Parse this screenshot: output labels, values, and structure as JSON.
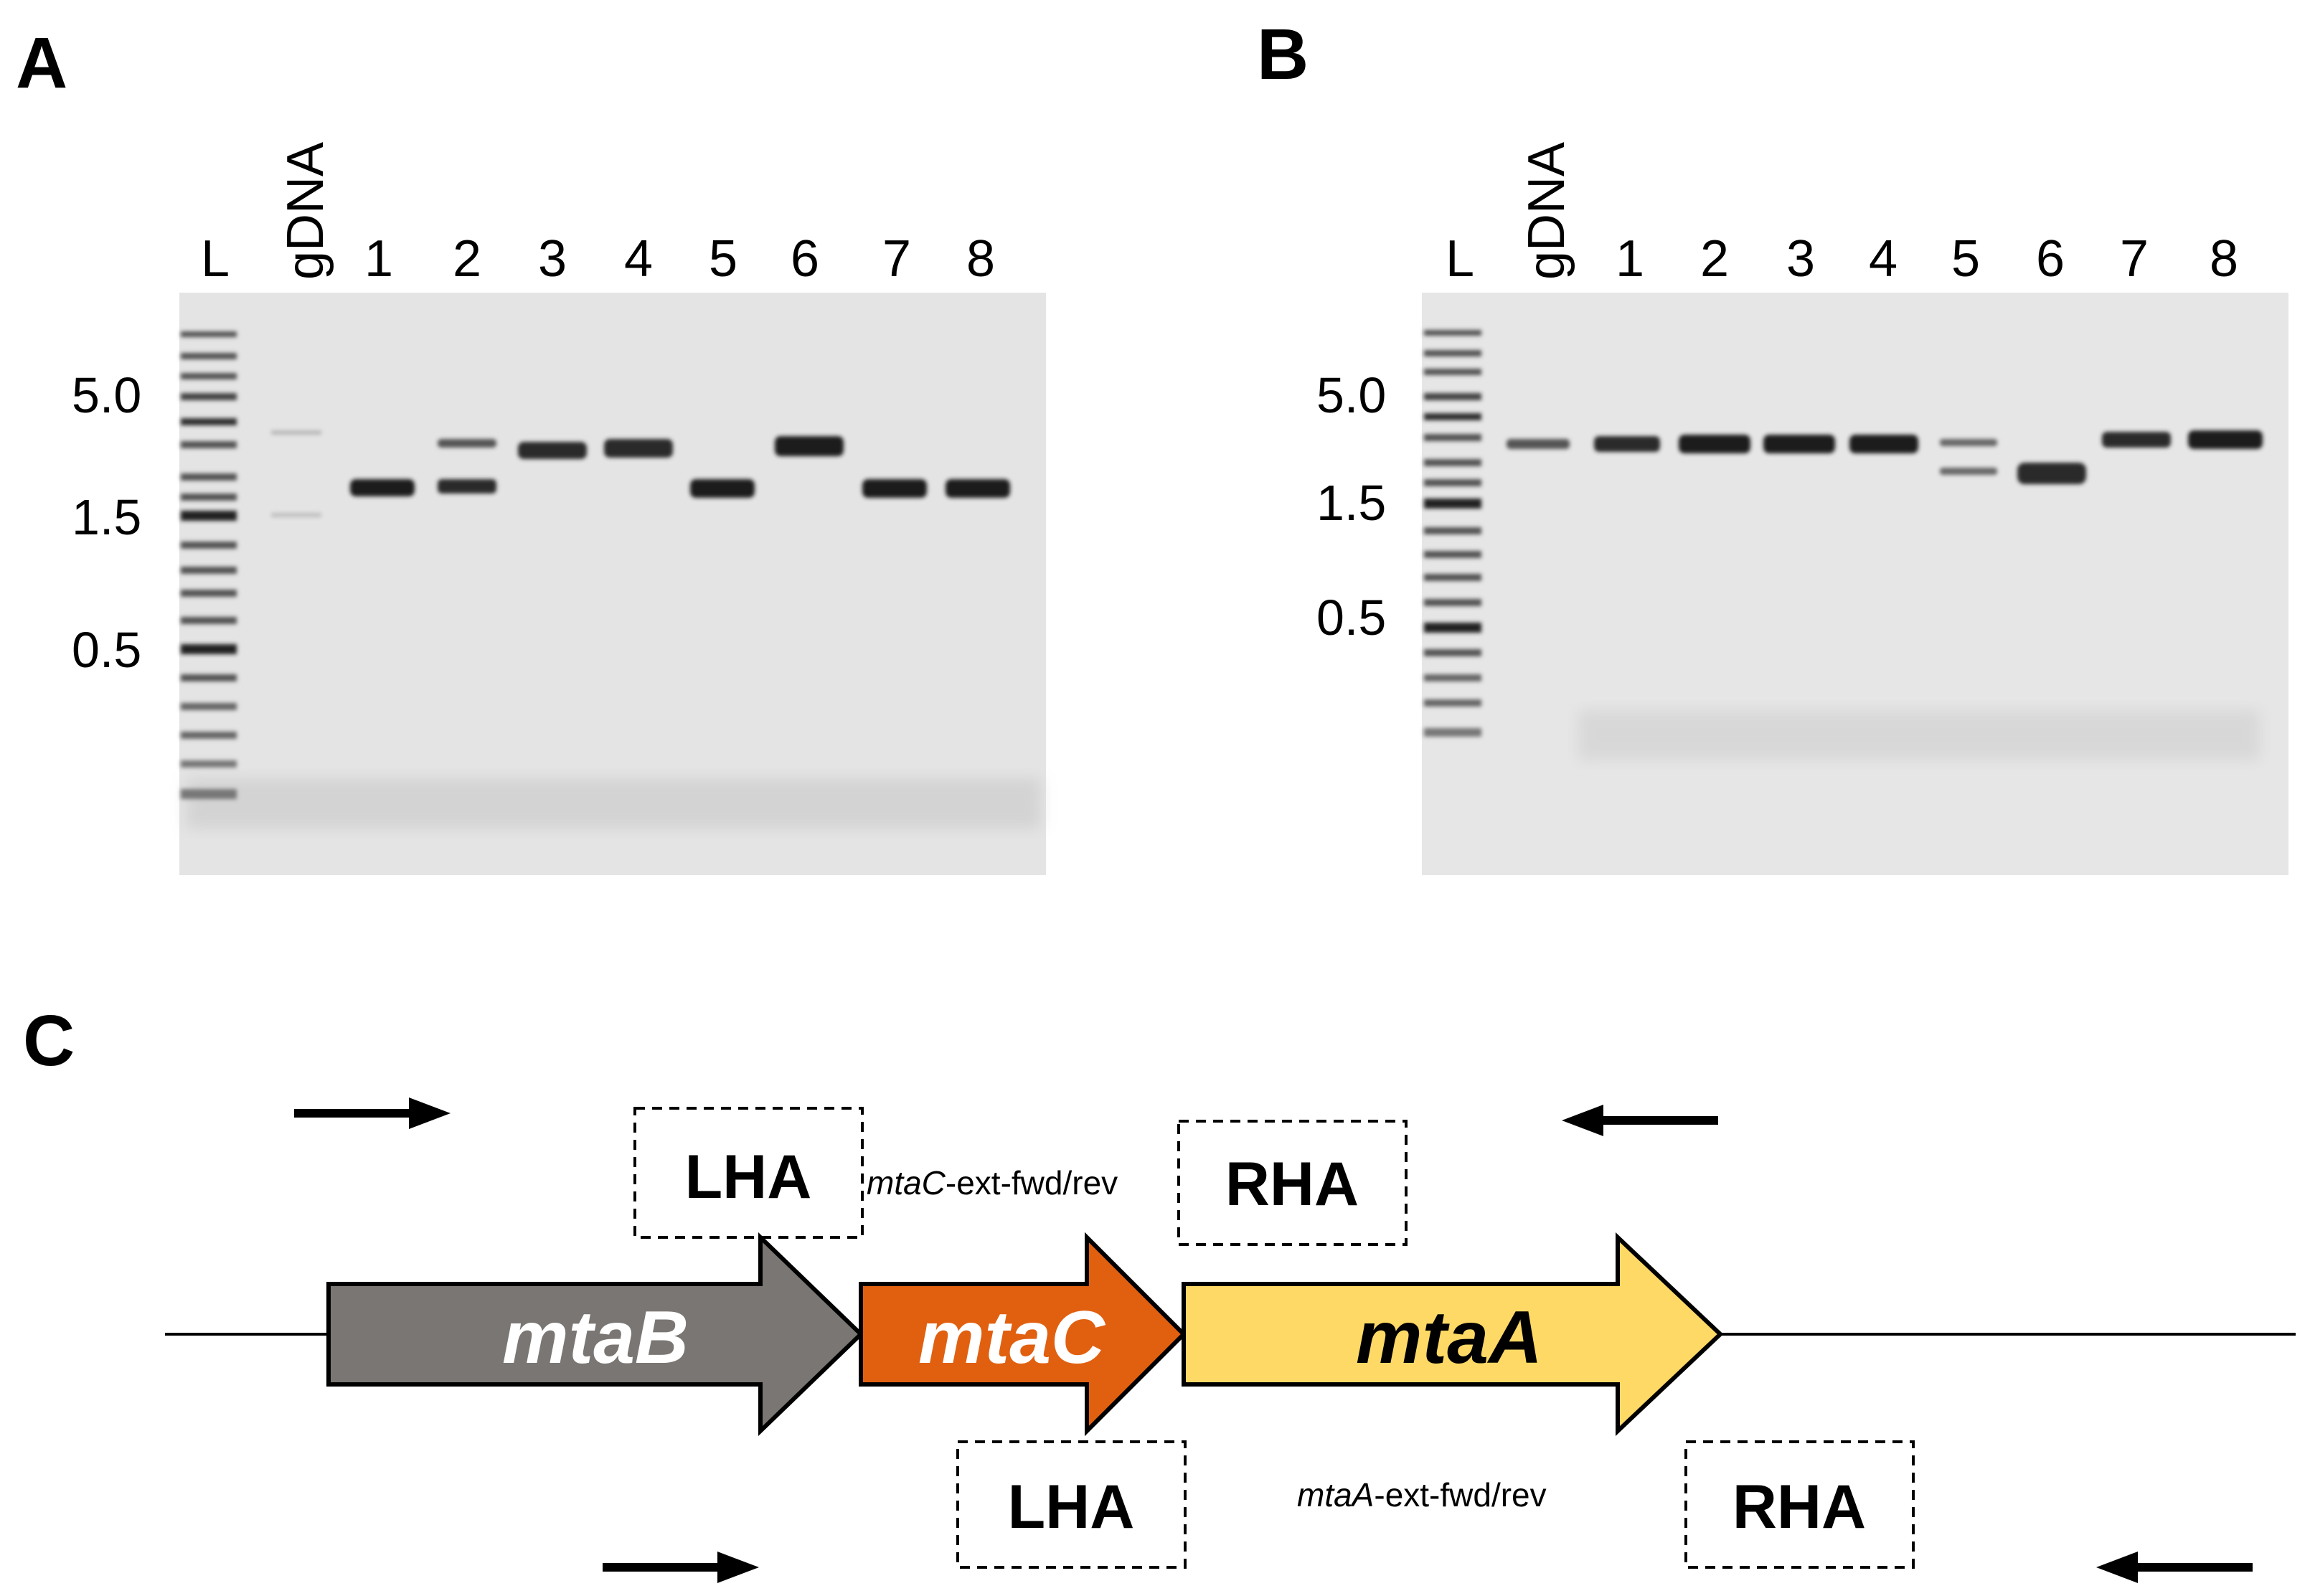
{
  "panels": {
    "A": {
      "letter": "A",
      "lanes": [
        "L",
        "gDNA",
        "1",
        "2",
        "3",
        "4",
        "5",
        "6",
        "7",
        "8"
      ],
      "size_labels": [
        "5.0",
        "1.5",
        "0.5"
      ]
    },
    "B": {
      "letter": "B",
      "lanes": [
        "L",
        "gDNA",
        "1",
        "2",
        "3",
        "4",
        "5",
        "6",
        "7",
        "8"
      ],
      "size_labels": [
        "5.0",
        "1.5",
        "0.5"
      ]
    },
    "C": {
      "letter": "C",
      "genes": [
        {
          "name": "mtaB",
          "color": "#7a7673",
          "text_color": "#ffffff"
        },
        {
          "name": "mtaC",
          "color": "#e06010",
          "text_color": "#ffffff"
        },
        {
          "name": "mtaA",
          "color": "#ffd966",
          "text_color": "#000000"
        }
      ],
      "homology_arms": {
        "top_left": "LHA",
        "top_right": "RHA",
        "bottom_left": "LHA",
        "bottom_right": "RHA"
      },
      "primers": {
        "top": {
          "gene": "mtaC",
          "suffix": "-ext-fwd/rev"
        },
        "bottom": {
          "gene": "mtaA",
          "suffix": "-ext-fwd/rev"
        }
      }
    }
  },
  "colors": {
    "gel_background": "#e3e3e3",
    "band": "#1c1c1c"
  }
}
